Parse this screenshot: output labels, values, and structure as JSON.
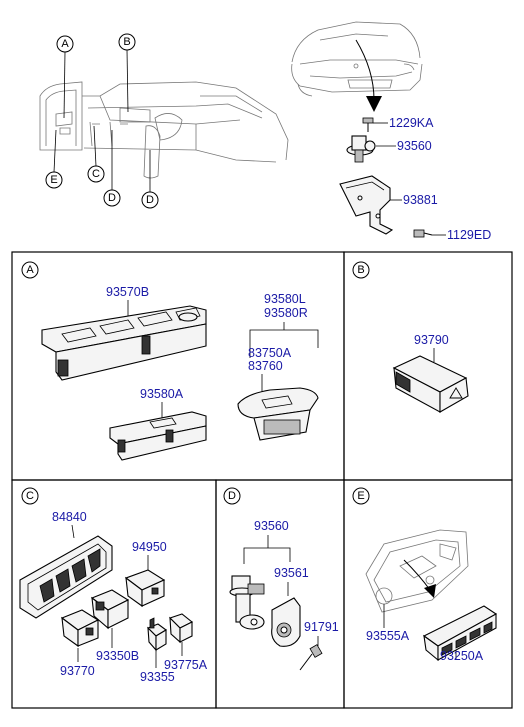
{
  "top": {
    "callouts": {
      "a": "A",
      "b": "B",
      "c": "C",
      "d1": "D",
      "d2": "D",
      "e": "E"
    },
    "parts": {
      "p1229KA": "1229KA",
      "p93560": "93560",
      "p93881": "93881",
      "p1129ED": "1129ED"
    }
  },
  "panels": {
    "A": {
      "letter": "A",
      "p93570B": "93570B",
      "p93580L": "93580L",
      "p93580R": "93580R",
      "p83750A": "83750A",
      "p83760": "83760",
      "p93580A": "93580A"
    },
    "B": {
      "letter": "B",
      "p93790": "93790"
    },
    "C": {
      "letter": "C",
      "p84840": "84840",
      "p94950": "94950",
      "p93350B": "93350B",
      "p93770": "93770",
      "p93355": "93355",
      "p93775A": "93775A"
    },
    "D": {
      "letter": "D",
      "p93560": "93560",
      "p93561": "93561",
      "p91791": "91791"
    },
    "E": {
      "letter": "E",
      "p93555A": "93555A",
      "p93250A": "93250A"
    }
  }
}
